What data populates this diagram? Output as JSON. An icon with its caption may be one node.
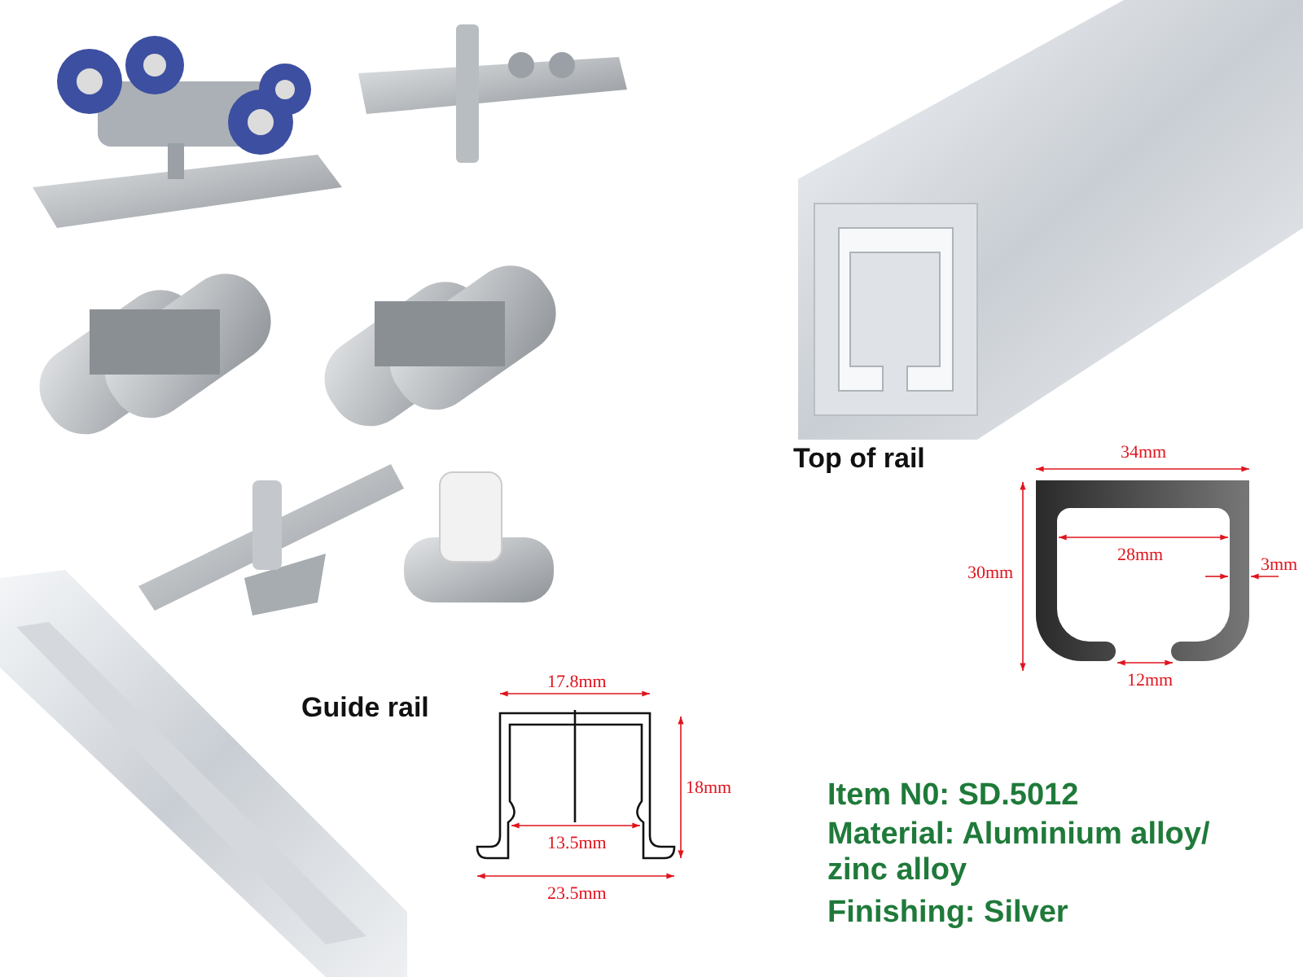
{
  "diagram": {
    "labels": [
      "Top of rail",
      "34mm",
      "28mm",
      "30mm",
      "3mm",
      "12mm",
      "Guide rail",
      "17.8mm",
      "18mm",
      "13.5mm",
      "23.5mm",
      "Item N0: SD.5012",
      "Material: Aluminium alloy/ zinc alloy",
      "Finishing: Silver"
    ]
  }
}
